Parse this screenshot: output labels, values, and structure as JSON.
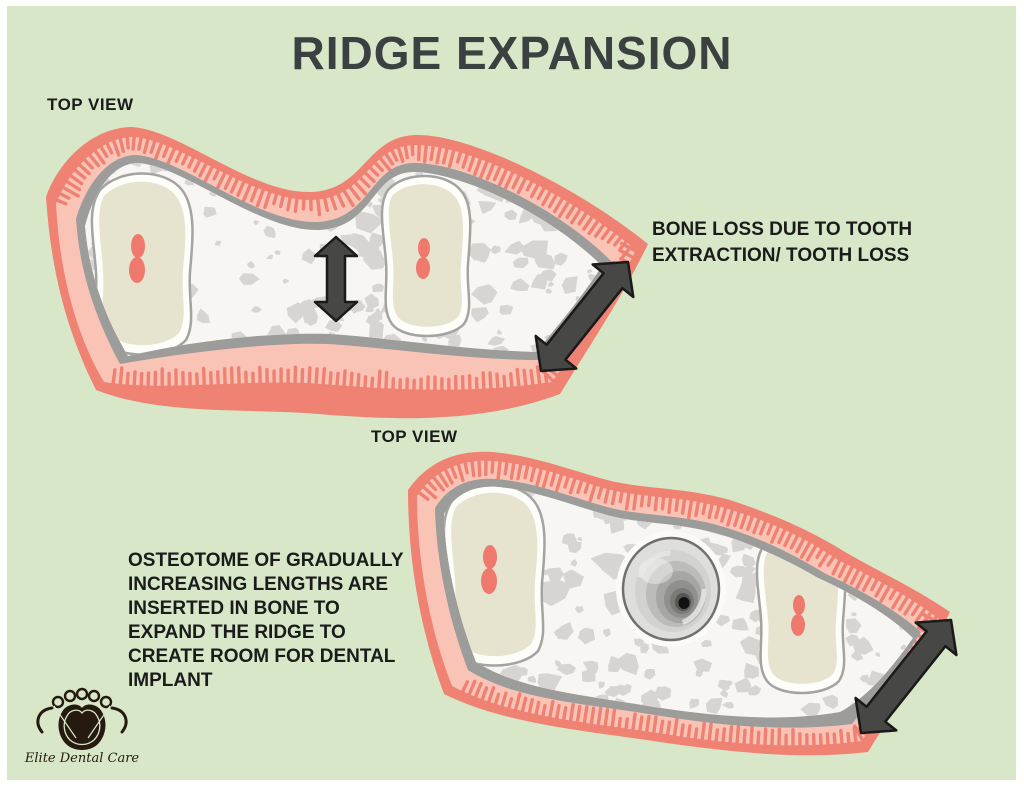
{
  "poster": {
    "title": "RIDGE EXPANSION",
    "background_color": "#d7e7c8",
    "frame_color": "#ffffff",
    "title_color": "#3b4141",
    "text_color": "#1b1b1b"
  },
  "diagram1": {
    "view_label": "TOP VIEW",
    "annotation_lines": [
      "BONE LOSS DUE TO TOOTH",
      "EXTRACTION/ TOOTH LOSS"
    ]
  },
  "diagram2": {
    "view_label": "TOP VIEW",
    "annotation_lines": [
      "OSTEOTOME OF GRADUALLY",
      "INCREASING LENGTHS ARE",
      "INSERTED IN BONE TO",
      "EXPAND THE RIDGE TO",
      "CREATE ROOM FOR DENTAL",
      "IMPLANT"
    ]
  },
  "logo": {
    "text": "Elite Dental Care"
  },
  "colors": {
    "bg": "#d7e7c8",
    "title": "#3b4141",
    "text": "#1b1b1b",
    "gum_outer": "#ef8273",
    "gum_inner": "#f9c3b6",
    "fringe": "#ee8172",
    "cortical_gray": "#9c9c9a",
    "bone": "#f8f6f3",
    "speckle": "#d6d5d3",
    "tooth_halo": "#fdfdf9",
    "tooth_outline": "#a3a3a1",
    "tooth_body": "#e6e4cf",
    "pulp": "#ee796c",
    "arrow_fill": "#474745",
    "arrow_stroke": "#1a1a1a",
    "osteotome_rim": "#70706e",
    "logo_dark": "#261a10"
  }
}
